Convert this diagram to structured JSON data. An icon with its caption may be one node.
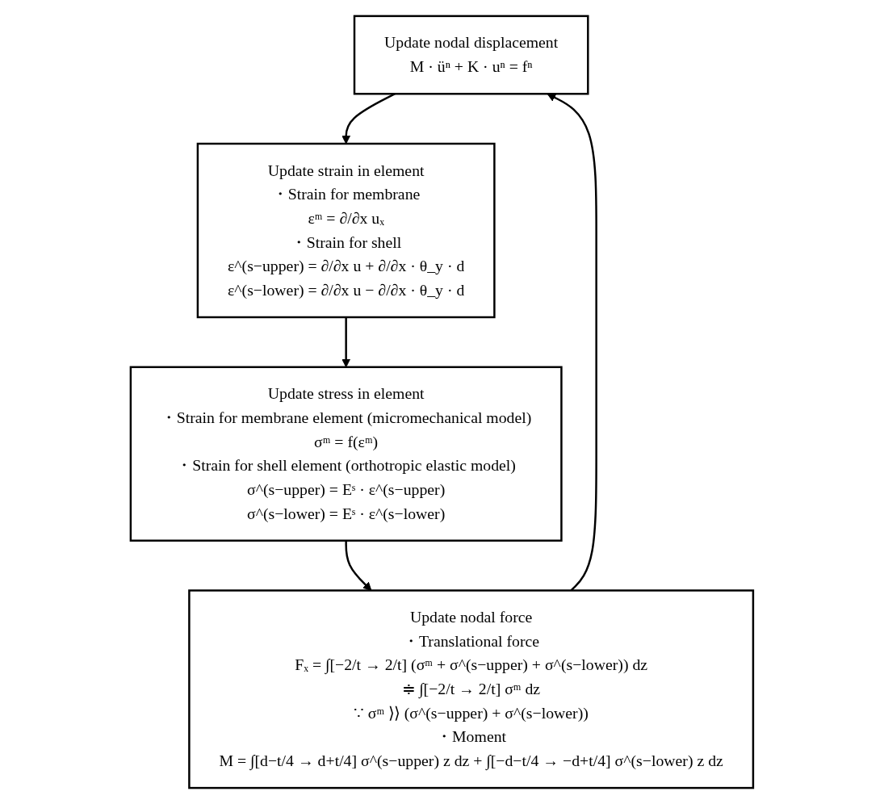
{
  "diagram": {
    "nodes": [
      {
        "text": [
          "Update nodal displacement",
          "M · üⁿ + K · uⁿ = fⁿ"
        ]
      },
      {
        "text": [
          "Update strain in element",
          "・Strain for membrane",
          "εᵐ = ∂/∂x uₓ",
          "・Strain for shell",
          "ε^(s−upper) = ∂/∂x u + ∂/∂x · θ_y · d",
          "ε^(s−lower) = ∂/∂x u − ∂/∂x · θ_y · d"
        ]
      },
      {
        "text": [
          "Update stress in element",
          "・Strain for membrane element (micromechanical model)",
          "σᵐ = f(εᵐ)",
          "・Strain for shell element (orthotropic elastic model)",
          "σ^(s−upper) = Eˢ · ε^(s−upper)",
          "σ^(s−lower) = Eˢ · ε^(s−lower)"
        ]
      },
      {
        "text": [
          "Update nodal force",
          "・Translational force",
          "Fₓ = ∫[−2/t → 2/t] (σᵐ + σ^(s−upper) + σ^(s−lower)) dz",
          "≑ ∫[−2/t → 2/t] σᵐ dz",
          "∵ σᵐ ⟩⟩ (σ^(s−upper) + σ^(s−lower))",
          "・Moment",
          "M = ∫[d−t/4 → d+t/4] σ^(s−upper) z dz + ∫[−d−t/4 → −d+t/4] σ^(s−lower) z dz"
        ]
      }
    ],
    "edges": [
      {
        "from": 0,
        "to": 1,
        "arrow": "to"
      },
      {
        "from": 1,
        "to": 2,
        "arrow": "to"
      },
      {
        "from": 2,
        "to": 3,
        "arrow": "to"
      },
      {
        "from": 3,
        "to": 0,
        "arrow": "to"
      }
    ]
  }
}
